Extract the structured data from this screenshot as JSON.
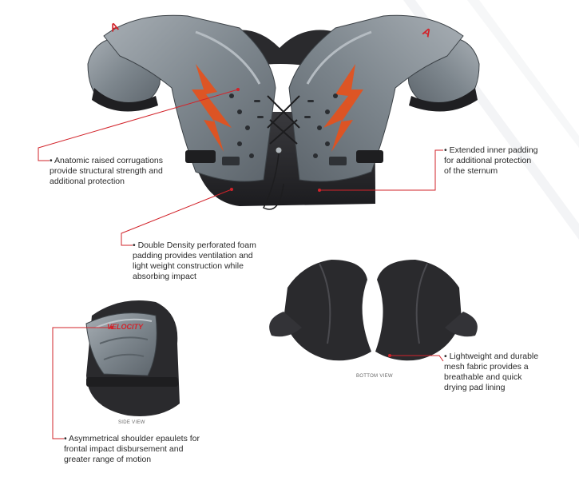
{
  "callouts": {
    "anatomic": {
      "lines": [
        "• Anatomic raised corrugations",
        "provide structural strength and",
        "additional protection"
      ]
    },
    "inner_padding": {
      "lines": [
        "• Extended inner padding",
        "for additional protection",
        "of the sternum"
      ]
    },
    "density": {
      "lines": [
        "• Double Density perforated foam",
        "padding provides ventilation and",
        "light weight construction while",
        "absorbing impact"
      ]
    },
    "mesh": {
      "lines": [
        "• Lightweight and durable",
        "mesh fabric provides a",
        "breathable and quick",
        "drying pad lining"
      ]
    },
    "epaulets": {
      "lines": [
        "• Asymmetrical shoulder epaulets for",
        "frontal impact disbursement and",
        "greater range of motion"
      ]
    }
  },
  "views": {
    "bottom": "BOTTOM VIEW",
    "side": "SIDE VIEW"
  },
  "side_logo": "VELOCITY",
  "colors": {
    "accent_red": "#d2232a",
    "shell_gray": "#8c959c",
    "foam_black": "#2b2b2e",
    "flame_orange": "#e8501a"
  }
}
